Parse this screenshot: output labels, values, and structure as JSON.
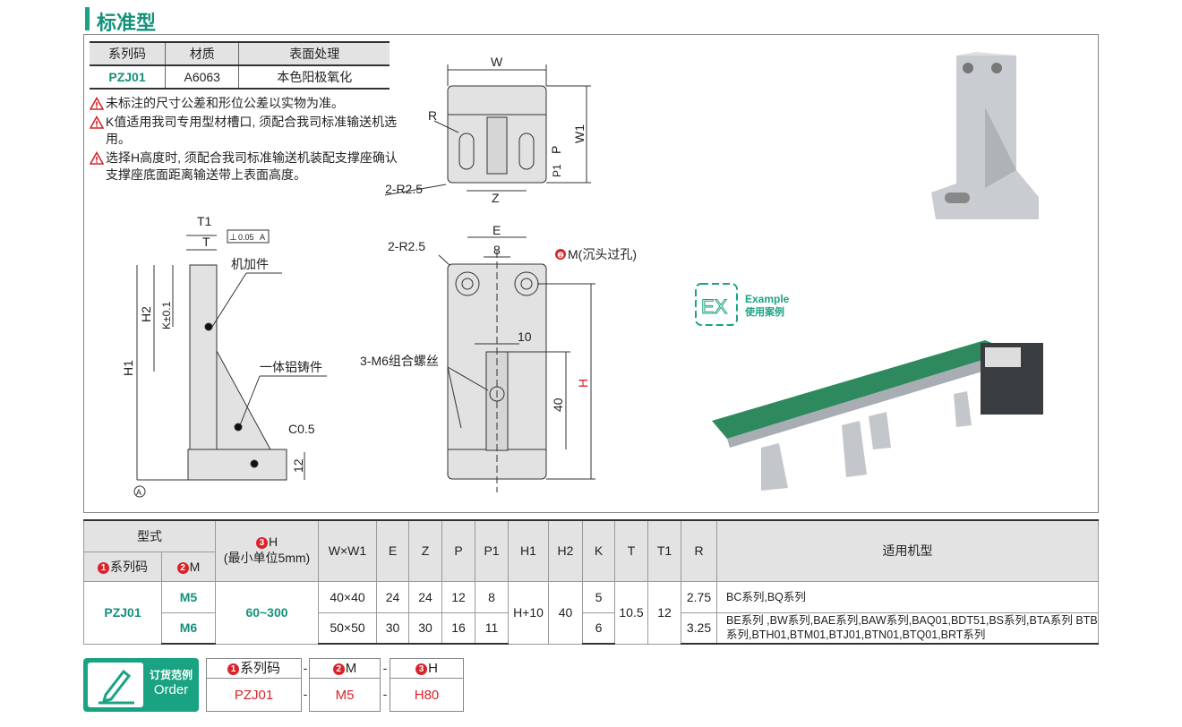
{
  "header": {
    "title": "标准型"
  },
  "spec_table": {
    "headers": [
      "系列码",
      "材质",
      "表面处理"
    ],
    "row": [
      "PZJ01",
      "A6063",
      "本色阳极氧化"
    ]
  },
  "notes": [
    "未标注的尺寸公差和形位公差以实物为准。",
    "K值适用我司专用型材槽口, 须配合我司标准输送机选用。",
    "选择H高度时, 须配合我司标准输送机装配支撑座确认支撑座底面距离输送带上表面高度。"
  ],
  "drawing_top": {
    "W": "W",
    "W1": "W1",
    "R": "R",
    "P": "P",
    "P1": "P1",
    "corner": "2-R2.5",
    "Z": "Z"
  },
  "drawing_side": {
    "T1": "T1",
    "T": "T",
    "tol_sym": "⊥",
    "tol_val": "0.05",
    "tol_ref": "A",
    "machined": "机加件",
    "H2": "H2",
    "K": "K±0.1",
    "H1": "H1",
    "casting": "一体铝铸件",
    "chamfer": "C0.5",
    "base": "12",
    "datum": "A"
  },
  "drawing_front": {
    "E": "E",
    "corner": "2-R2.5",
    "eight": "8",
    "M": "M(沉头过孔)",
    "ten": "10",
    "screws": "3-M6组合螺丝",
    "forty": "40",
    "H": "H"
  },
  "example": {
    "badge": "EX",
    "en": "Example",
    "cn": "使用案例"
  },
  "main_table": {
    "group_header": "型式",
    "col_series": "系列码",
    "col_m": "M",
    "col_h": "H",
    "col_h_note": "(最小单位5mm)",
    "cols": [
      "W×W1",
      "E",
      "Z",
      "P",
      "P1",
      "H1",
      "H2",
      "K",
      "T",
      "T1",
      "R"
    ],
    "col_apply": "适用机型",
    "series": "PZJ01",
    "h_range": "60~300",
    "h1": "H+10",
    "h2": "40",
    "t": "10.5",
    "t1": "12",
    "rows": [
      {
        "m": "M5",
        "ww": "40×40",
        "e": "24",
        "z": "24",
        "p": "12",
        "p1": "8",
        "k": "5",
        "r": "2.75",
        "apply": "BC系列,BQ系列"
      },
      {
        "m": "M6",
        "ww": "50×50",
        "e": "30",
        "z": "30",
        "p": "16",
        "p1": "11",
        "k": "6",
        "r": "3.25",
        "apply": "BE系列 ,BW系列,BAE系列,BAW系列,BAQ01,BDT51,BS系列,BTA系列 BTB系列,BTH01,BTM01,BTJ01,BTN01,BTQ01,BRT系列"
      }
    ]
  },
  "order": {
    "cn": "订货范例",
    "en": "Order",
    "headers": [
      "系列码",
      "M",
      "H"
    ],
    "values": [
      "PZJ01",
      "M5",
      "H80"
    ],
    "sep": "-",
    "nums": [
      "❶",
      "❷",
      "❸"
    ]
  },
  "colors": {
    "accent": "#1aa383",
    "red": "#d9232a"
  }
}
